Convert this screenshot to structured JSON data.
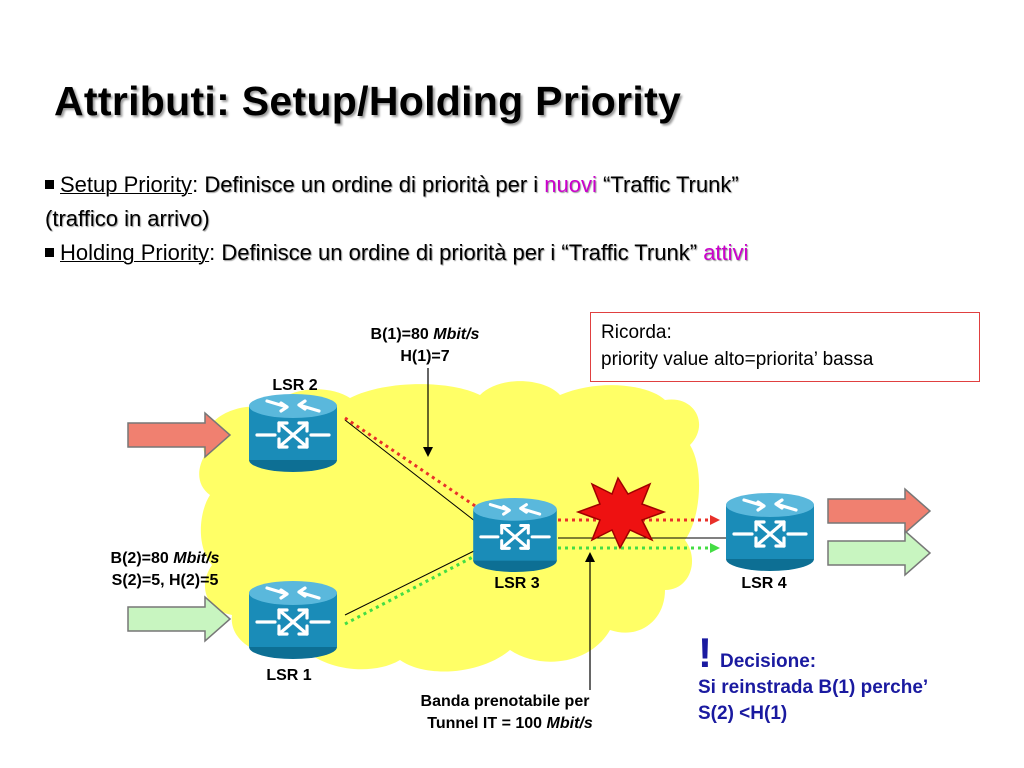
{
  "title": "Attributi: Setup/Holding Priority",
  "bullets": [
    {
      "term": "Setup Priority",
      "sep": ":",
      "text_before": "Definisce un ordine di priorità per i",
      "highlight": "nuovi",
      "text_after": "“Traffic Trunk”",
      "line2": "(traffico in arrivo)"
    },
    {
      "term": "Holding Priority",
      "sep": ":",
      "text_before": "Definisce un ordine di priorità per i “Traffic Trunk”",
      "highlight": "attivi"
    }
  ],
  "ricorda": {
    "line1": "Ricorda:",
    "line2": "priority value alto=priorita’ bassa"
  },
  "nodes": {
    "lsr1": "LSR 1",
    "lsr2": "LSR 2",
    "lsr3": "LSR 3",
    "lsr4": "LSR 4"
  },
  "tunnel1": {
    "bandwidth": "B(1)=80",
    "unit": "Mbit/s",
    "holding": "H(1)=7"
  },
  "tunnel2": {
    "bandwidth": "B(2)=80",
    "unit": "Mbit/s",
    "priorities": "S(2)=5, H(2)=5"
  },
  "link_label": {
    "line1": "Banda prenotabile per",
    "line2": "Tunnel IT = 100",
    "unit": "Mbit/s"
  },
  "decision": {
    "mark": "!",
    "heading": "Decisione:",
    "line1": "Si reinstrada B(1) perche’",
    "line2": "S(2) <H(1)"
  },
  "colors": {
    "cloud": "#ffff66",
    "router": "#1a8cb8",
    "tunnel1": "#e8302a",
    "tunnel2": "#44dd44",
    "arrow_red": "#f08070",
    "arrow_green": "#c8f5c0",
    "explosion": "#ee1111",
    "decision": "#1a1aa0",
    "highlight": "#cc00cc"
  }
}
